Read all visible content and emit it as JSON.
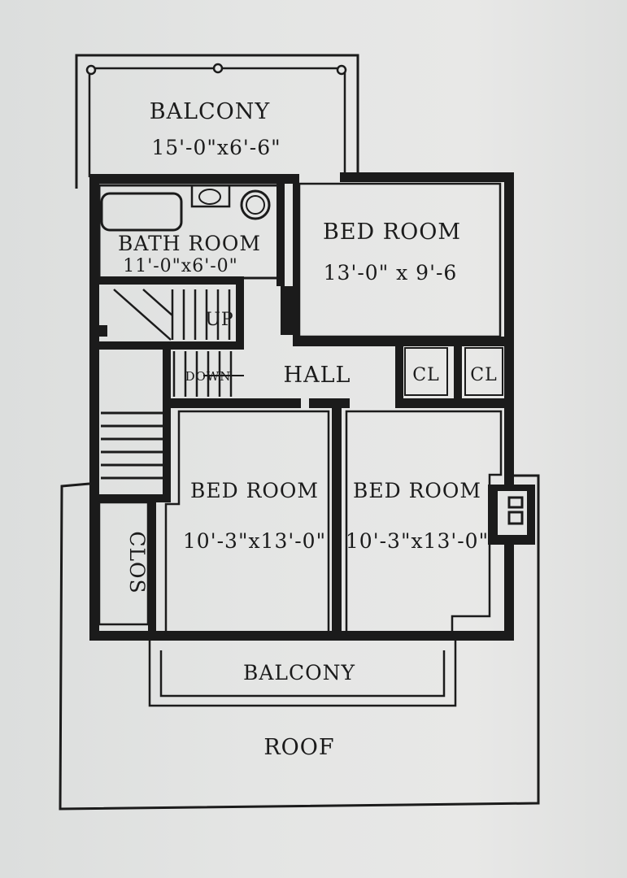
{
  "plan": {
    "rooms": [
      {
        "id": "balcony-top",
        "name": "BALCONY",
        "dims": "15'-0\"x6'-6\""
      },
      {
        "id": "bath",
        "name": "BATH ROOM",
        "dims": "11'-0\"x6'-0\""
      },
      {
        "id": "bed-ne",
        "name": "BED ROOM",
        "dims": "13'-0\" x 9'-6"
      },
      {
        "id": "hall",
        "name": "HALL"
      },
      {
        "id": "closet-1",
        "name": "CL"
      },
      {
        "id": "closet-2",
        "name": "CL"
      },
      {
        "id": "bed-sw",
        "name": "BED ROOM",
        "dims": "10'-3\"x13'-0\""
      },
      {
        "id": "bed-se",
        "name": "BED ROOM",
        "dims": "10'-3\"x13'-0\""
      },
      {
        "id": "closet-west",
        "name": "CLOS"
      },
      {
        "id": "balcony-bottom",
        "name": "BALCONY"
      },
      {
        "id": "roof",
        "name": "ROOF"
      }
    ],
    "stairs": {
      "up": "UP",
      "down": "DOWN"
    }
  }
}
